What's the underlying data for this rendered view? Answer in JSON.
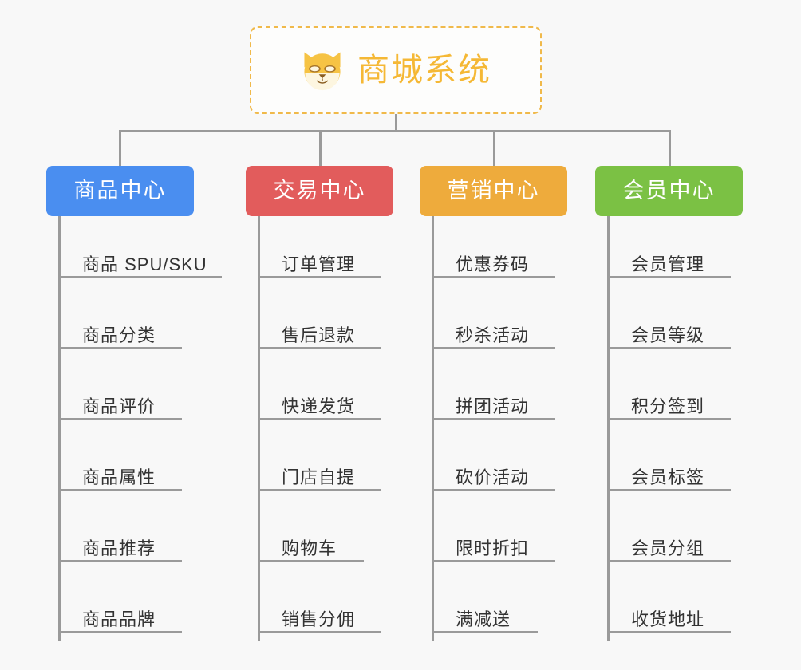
{
  "diagram": {
    "type": "org-chart",
    "root": {
      "title": "商城系统",
      "icon": "shiba-dog-face-icon",
      "accent_color": "#f5b835",
      "border_style": "dashed"
    },
    "colors": {
      "background": "#f8f8f8",
      "connector": "#9a9a9a",
      "leaf_text": "#333333",
      "leaf_rule": "#9a9a9a",
      "root_border": "#f0b94a",
      "root_text": "#f5b835"
    },
    "columns": [
      {
        "id": "product-center",
        "header": "商品中心",
        "color": "#4a8ef0",
        "items": [
          "商品 SPU/SKU",
          "商品分类",
          "商品评价",
          "商品属性",
          "商品推荐",
          "商品品牌"
        ]
      },
      {
        "id": "trade-center",
        "header": "交易中心",
        "color": "#e25c5c",
        "items": [
          "订单管理",
          "售后退款",
          "快递发货",
          "门店自提",
          "购物车",
          "销售分佣"
        ]
      },
      {
        "id": "marketing-center",
        "header": "营销中心",
        "color": "#eeab3c",
        "items": [
          "优惠券码",
          "秒杀活动",
          "拼团活动",
          "砍价活动",
          "限时折扣",
          "满减送"
        ]
      },
      {
        "id": "member-center",
        "header": "会员中心",
        "color": "#7bc144",
        "items": [
          "会员管理",
          "会员等级",
          "积分签到",
          "会员标签",
          "会员分组",
          "收货地址"
        ]
      }
    ]
  }
}
